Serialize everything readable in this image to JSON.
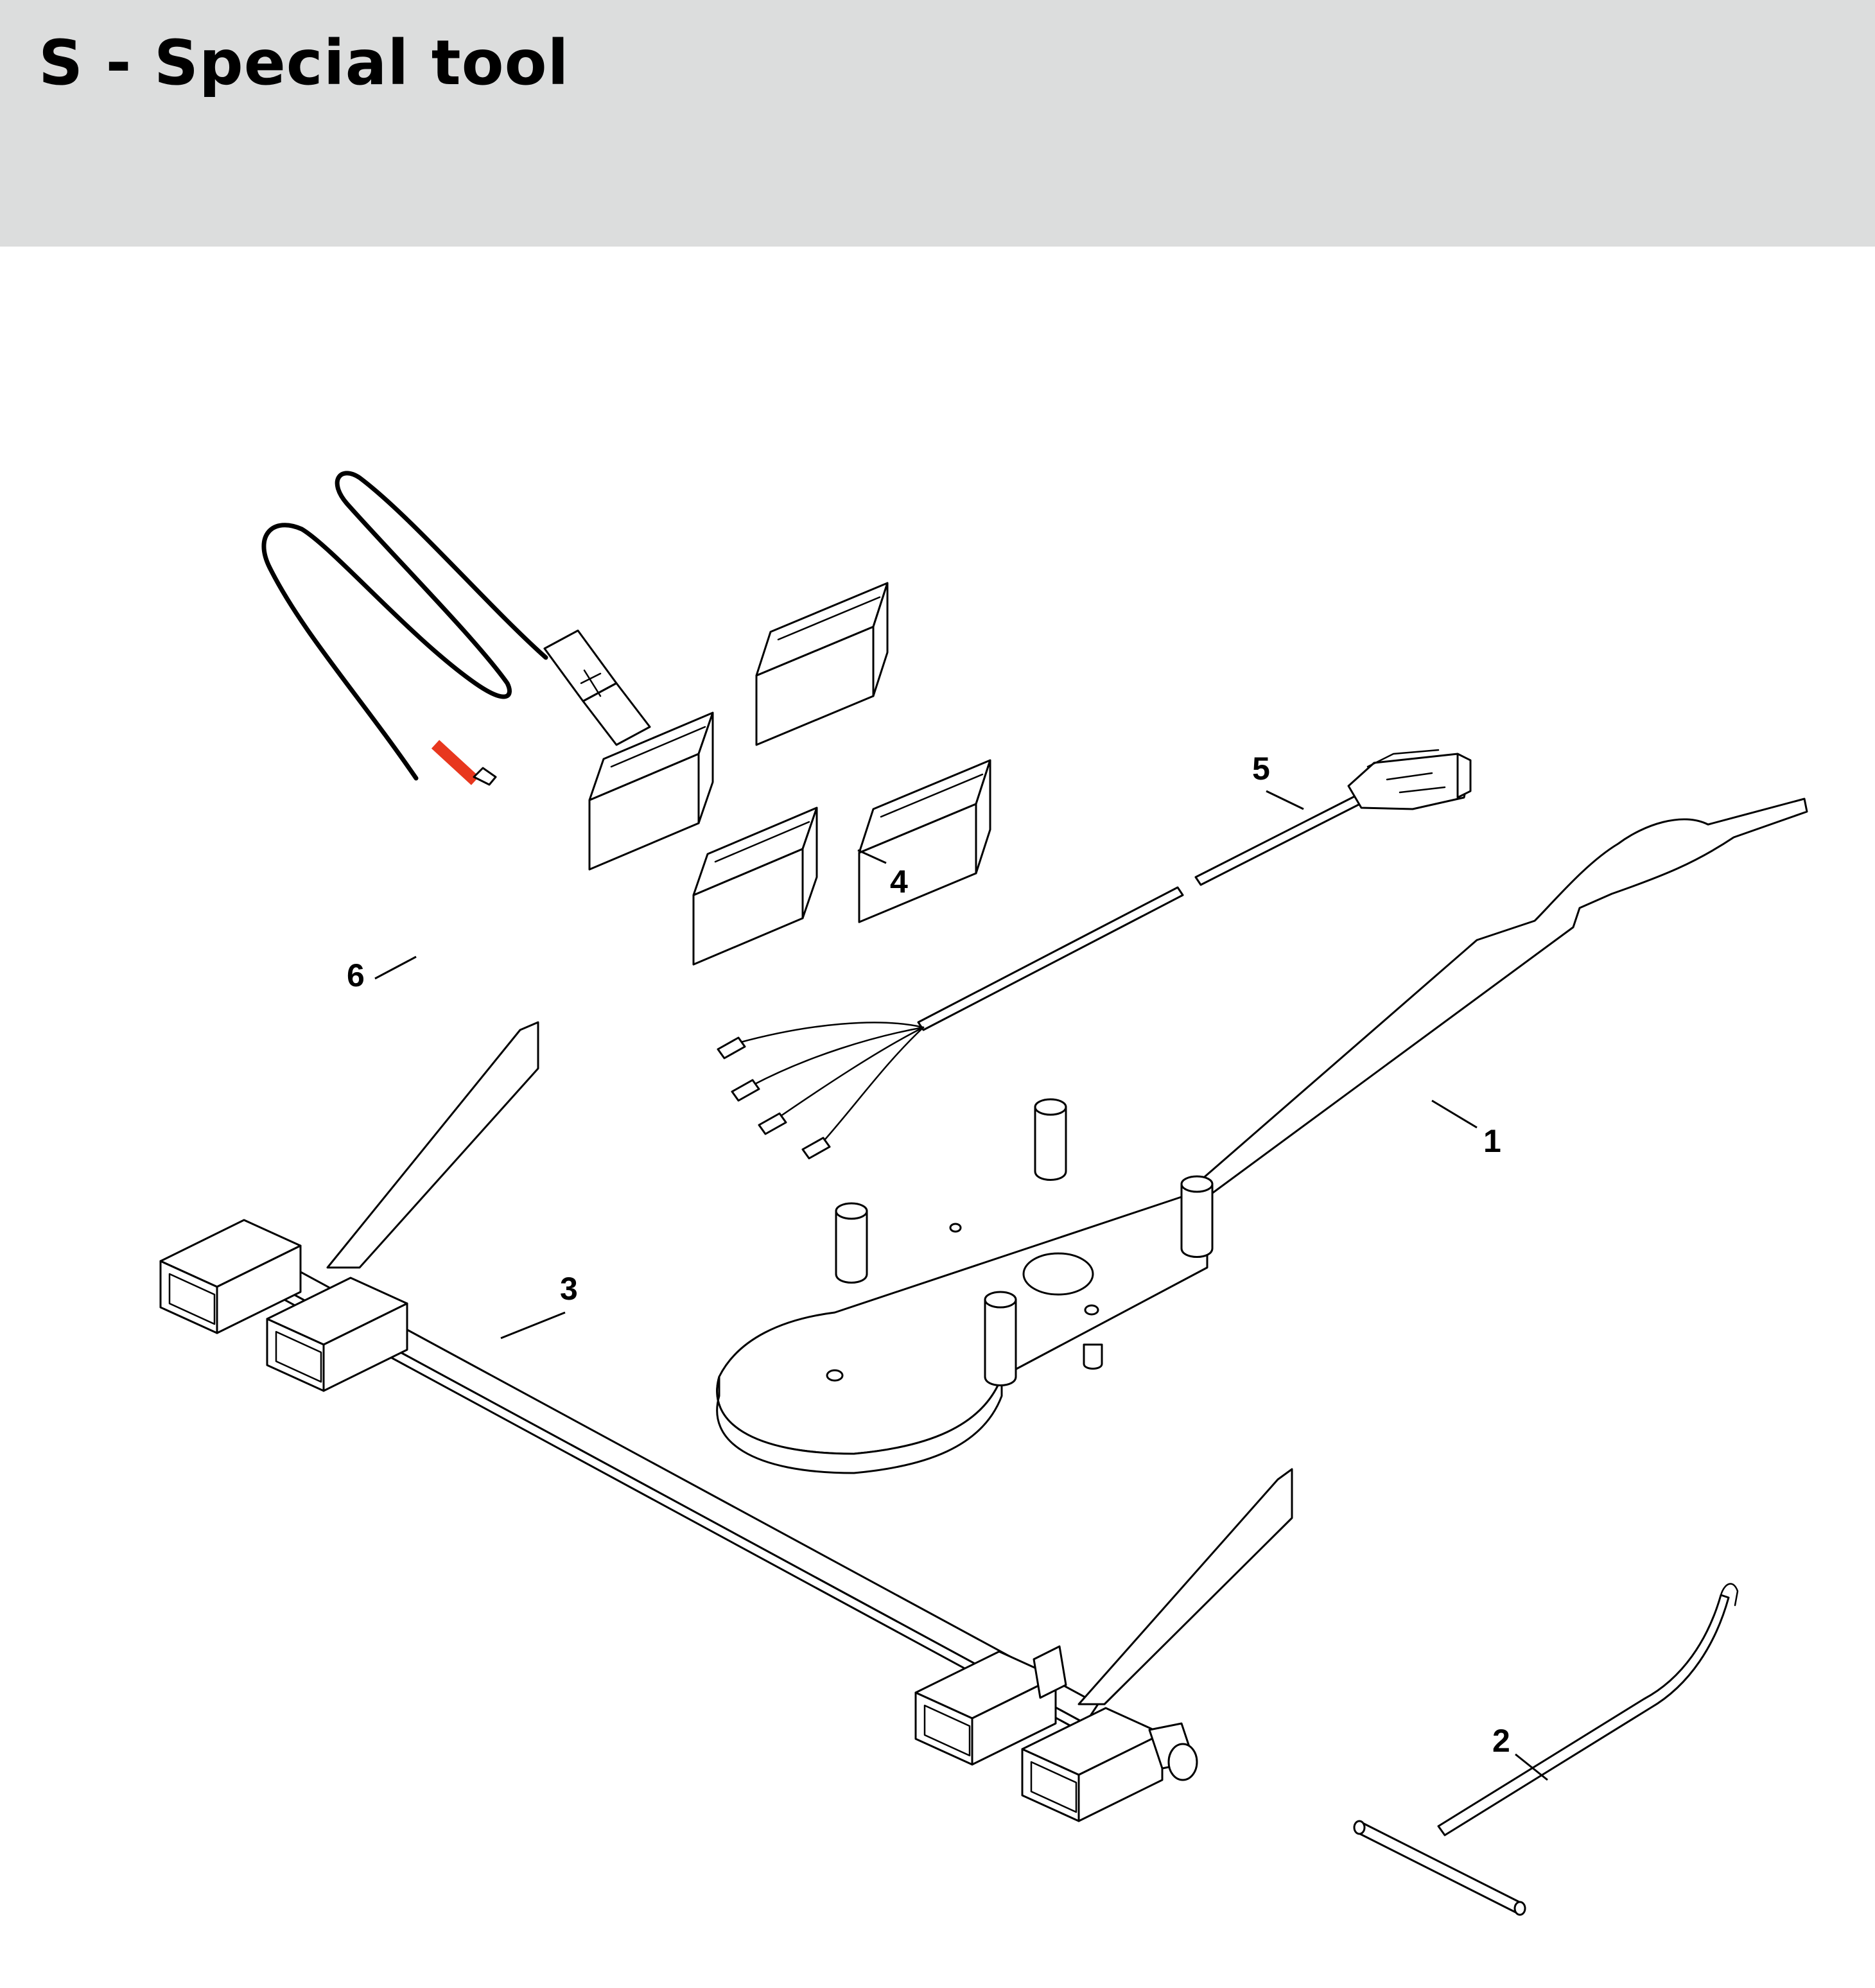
{
  "header": {
    "title": "S - Special tool",
    "background_color": "#dcdddd"
  },
  "diagram": {
    "callouts": [
      {
        "id": "1",
        "label": "1",
        "part": "holding-plate-tool"
      },
      {
        "id": "2",
        "label": "2",
        "part": "t-handle-hook"
      },
      {
        "id": "3",
        "label": "3",
        "part": "alignment-gauge"
      },
      {
        "id": "4",
        "label": "4",
        "part": "spacer-blocks"
      },
      {
        "id": "5",
        "label": "5",
        "part": "connector-cable"
      },
      {
        "id": "6",
        "label": "6",
        "part": "usb-cable"
      }
    ],
    "highlight_color": "#e8371e"
  }
}
